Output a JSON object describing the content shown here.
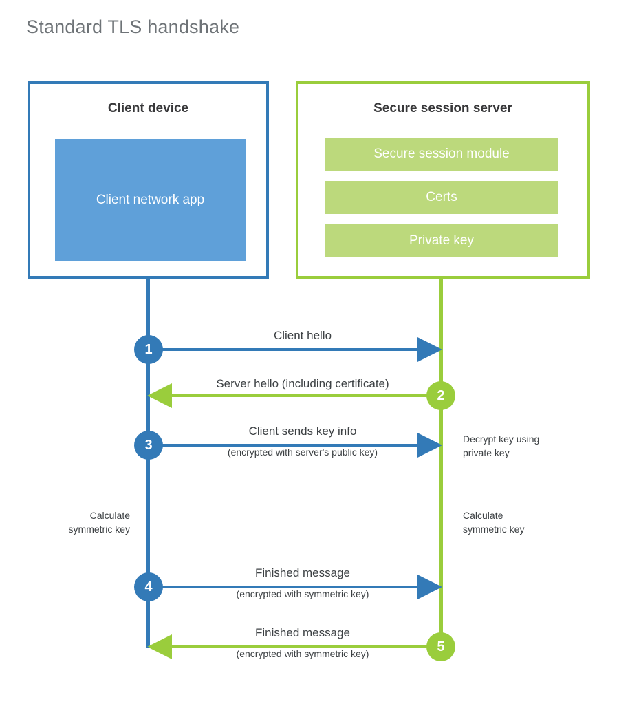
{
  "title": "Standard TLS handshake",
  "colors": {
    "client_blue": "#337ab7",
    "client_app_fill": "#5fa0d9",
    "server_green": "#9acd3c",
    "server_bar_fill": "#bcd97c",
    "title_gray": "#6e7377",
    "text_dark": "#3d4144"
  },
  "participants": {
    "client": {
      "title": "Client device",
      "app_label": "Client network app"
    },
    "server": {
      "title": "Secure session server",
      "bars": [
        {
          "label": "Secure session module"
        },
        {
          "label": "Certs"
        },
        {
          "label": "Private key"
        }
      ]
    }
  },
  "steps": [
    {
      "number": "1",
      "primary": "Client hello",
      "secondary": "",
      "direction": "client-to-server",
      "color": "#337ab7"
    },
    {
      "number": "2",
      "primary": "Server hello (including certificate)",
      "secondary": "",
      "direction": "server-to-client",
      "color": "#9acd3c"
    },
    {
      "number": "3",
      "primary": "Client sends key info",
      "secondary": "(encrypted with server's public key)",
      "direction": "client-to-server",
      "color": "#337ab7"
    },
    {
      "number": "4",
      "primary": "Finished message",
      "secondary": "(encrypted with symmetric key)",
      "direction": "client-to-server",
      "color": "#337ab7"
    },
    {
      "number": "5",
      "primary": "Finished message",
      "secondary": "(encrypted with symmetric key)",
      "direction": "server-to-client",
      "color": "#9acd3c"
    }
  ],
  "annotations": {
    "server_decrypt": "Decrypt key using\nprivate key",
    "client_calculate": "Calculate\nsymmetric key",
    "server_calculate": "Calculate\nsymmetric key"
  }
}
